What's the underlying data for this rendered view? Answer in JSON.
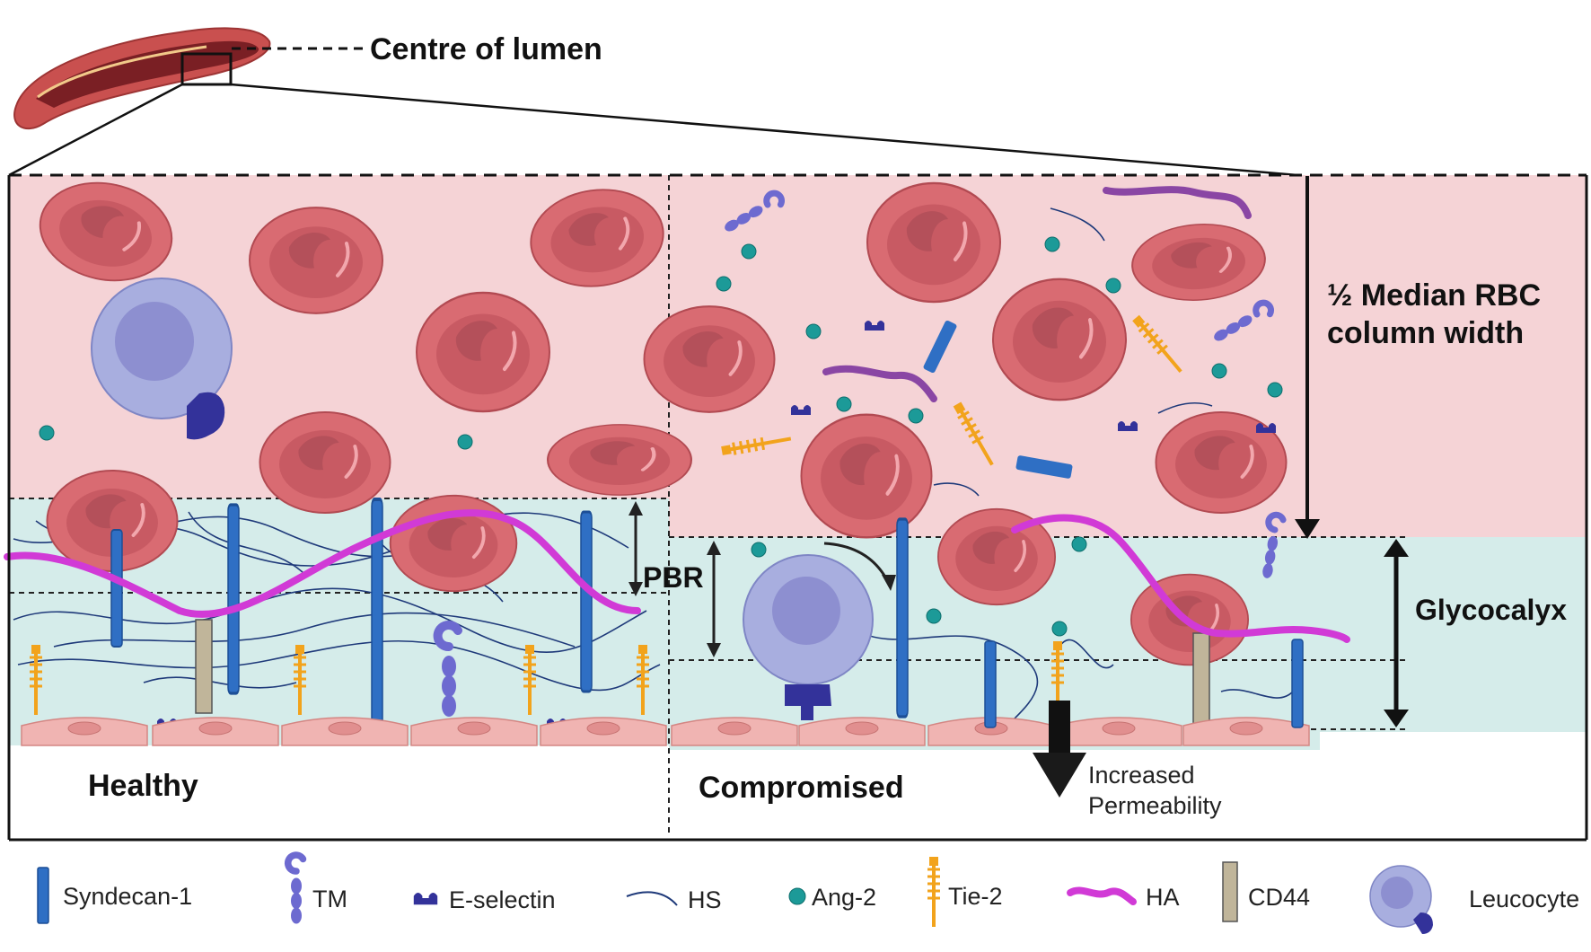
{
  "labels": {
    "centre_of_lumen": "Centre of lumen",
    "rbc_column_line1": "½ Median RBC",
    "rbc_column_line2": "column width",
    "pbr": "PBR",
    "glycocalyx": "Glycocalyx",
    "healthy": "Healthy",
    "compromised": "Compromised",
    "permeability_line1": "Increased",
    "permeability_line2": "Permeability"
  },
  "legend": [
    {
      "label": "Syndecan-1",
      "icon": "syndecan-icon"
    },
    {
      "label": "TM",
      "icon": "thrombomodulin-icon"
    },
    {
      "label": "E-selectin",
      "icon": "e-selectin-icon"
    },
    {
      "label": "HS",
      "icon": "heparan-sulfate-icon"
    },
    {
      "label": "Ang-2",
      "icon": "angiopoietin-icon"
    },
    {
      "label": "Tie-2",
      "icon": "tie2-receptor-icon"
    },
    {
      "label": "HA",
      "icon": "hyaluronan-icon"
    },
    {
      "label": "CD44",
      "icon": "cd44-icon"
    },
    {
      "label": "Leucocyte",
      "icon": "leucocyte-icon"
    }
  ],
  "colors": {
    "lumen": "#f5d3d6",
    "glycocalyx": "#d5ecea",
    "rbc": "#d96b72",
    "syndecan": "#2f6fc4",
    "ha": "#d13ad6",
    "tie2": "#f2a31c",
    "ang2": "#1c9a98",
    "cd44": "#c0b59a",
    "leucocyte": "#a8aedf",
    "tm": "#6d6ad0",
    "eselectin": "#33329a",
    "endothelium": "#f0b4b2"
  }
}
